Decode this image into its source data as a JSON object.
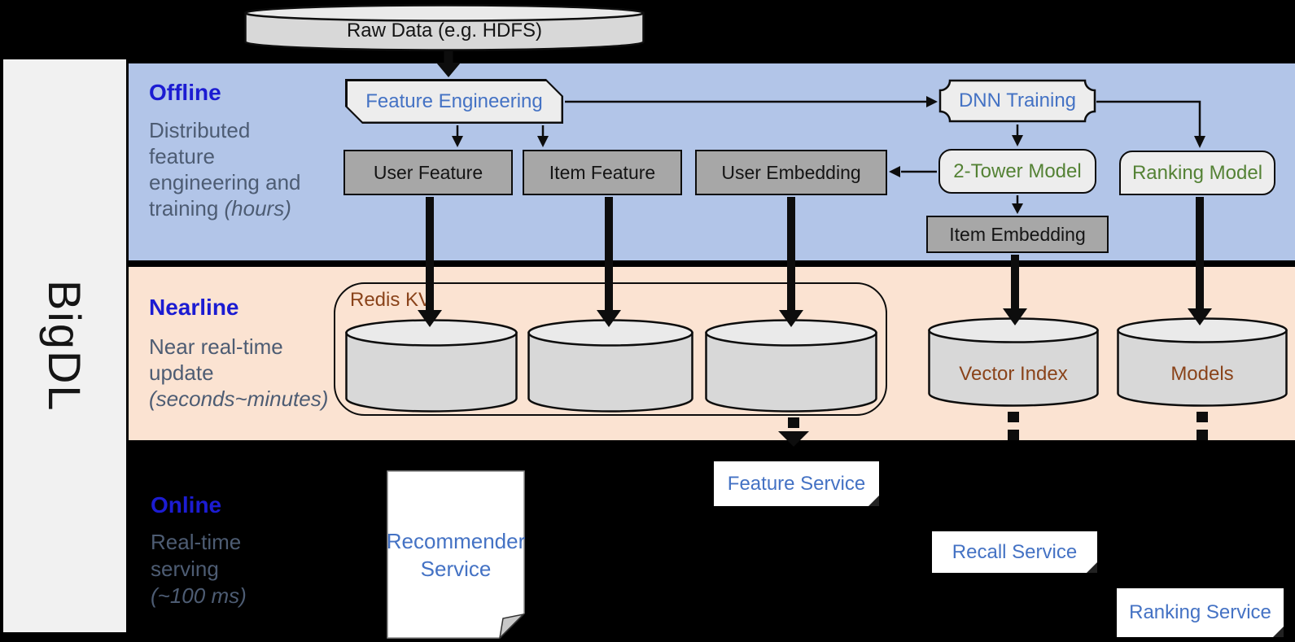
{
  "colors": {
    "band_blue": "#b2c5e8",
    "band_peach": "#fbe3d2",
    "sidebar_gray": "#f1f1f1",
    "node_light": "#ededed",
    "node_dark": "#a7a7a7",
    "cylinder_body": "#d8d8d8",
    "cylinder_top": "#eaeaea",
    "title_blue": "#1c1cd2",
    "desc_slate": "#4d5c73",
    "text_blue": "#4472c4",
    "text_green": "#548235",
    "text_brown": "#8a431a",
    "outline": "#0d0d0d"
  },
  "brand": {
    "label": "BigDL"
  },
  "source": {
    "raw_data_label": "Raw Data (e.g. HDFS)"
  },
  "bands": {
    "offline": {
      "title": "Offline",
      "desc_lines": [
        "Distributed",
        "feature",
        "engineering and"
      ],
      "desc_tail": "training ",
      "desc_tail_italic": "(hours)"
    },
    "nearline": {
      "title": "Nearline",
      "desc_lines": [
        "Near real-time",
        "update"
      ],
      "desc_italic_line": "(seconds~minutes)"
    },
    "online": {
      "title": "Online",
      "desc_lines": [
        "Real-time",
        "serving"
      ],
      "desc_italic_line": "(~100 ms)"
    }
  },
  "offline_nodes": {
    "feature_engineering": "Feature Engineering",
    "dnn_training": "DNN Training",
    "user_feature": "User Feature",
    "item_feature": "Item Feature",
    "user_embedding": "User Embedding",
    "two_tower_model": "2-Tower Model",
    "ranking_model": "Ranking Model",
    "item_embedding": "Item Embedding"
  },
  "nearline_nodes": {
    "redis_kv": "Redis KV",
    "vector_index": "Vector Index",
    "models": "Models"
  },
  "online_services": {
    "recommender": "Recommender Service",
    "feature": "Feature Service",
    "recall": "Recall Service",
    "ranking": "Ranking Service"
  }
}
